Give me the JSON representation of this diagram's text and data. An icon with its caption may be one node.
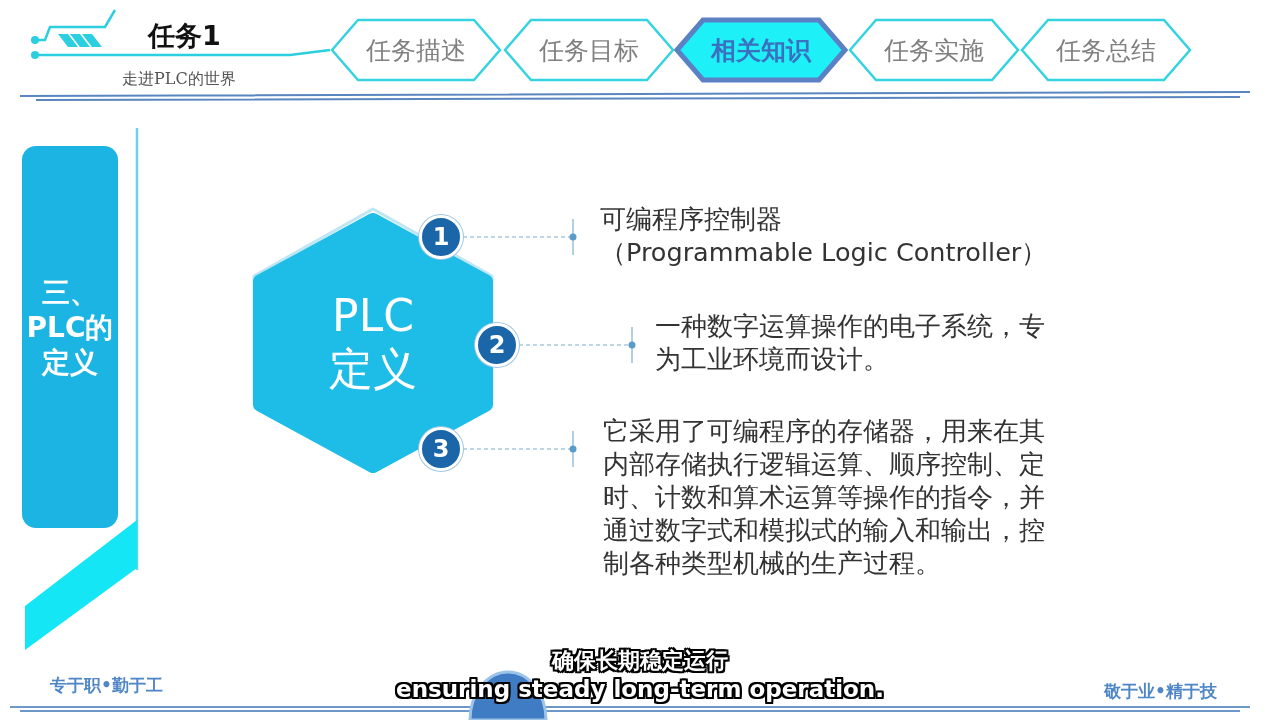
{
  "diagram": {
    "title": "任务1",
    "nodes": [
      {
        "text": [
          "任务描述"
        ]
      },
      {
        "text": [
          "任务目标"
        ]
      },
      {
        "text": [
          "相关知识"
        ]
      },
      {
        "text": [
          "任务实施"
        ]
      },
      {
        "text": [
          "任务总结"
        ]
      },
      {
        "text": [
          "三、PLC的定义"
        ]
      },
      {
        "text": [
          "PLC定义"
        ]
      },
      {
        "text": [
          "1"
        ]
      },
      {
        "text": [
          "2"
        ]
      },
      {
        "text": [
          "3"
        ]
      },
      {
        "text": [
          "可编程序控制器",
          "（Programmable Logic Controller）"
        ]
      },
      {
        "text": [
          "一种数字运算操作的电子系统，专为工业环境而设计。"
        ]
      },
      {
        "text": [
          "它采用了可编程序的存储器，用来在其内部存储执行逻辑运算、顺序控制、定时、计数和算术运算等操作的指令，并通过数字式和模拟式的输入和输出，控制各种类型机械的生产过程。"
        ]
      },
      {
        "text": [],
        "shape": "circle"
      }
    ],
    "edges": [
      {
        "from": 7,
        "to": 10,
        "arrow": "other",
        "style": "dashed"
      },
      {
        "from": 8,
        "to": 11,
        "arrow": "other",
        "style": "dashed"
      },
      {
        "from": 9,
        "to": 12,
        "arrow": "other",
        "style": "dashed"
      }
    ],
    "labels": [
      "走进PLC的世界",
      "专于职•勤于工",
      "敬于业•精于技",
      "确保长期稳定运行",
      "ensuring steady long-term operation."
    ]
  }
}
